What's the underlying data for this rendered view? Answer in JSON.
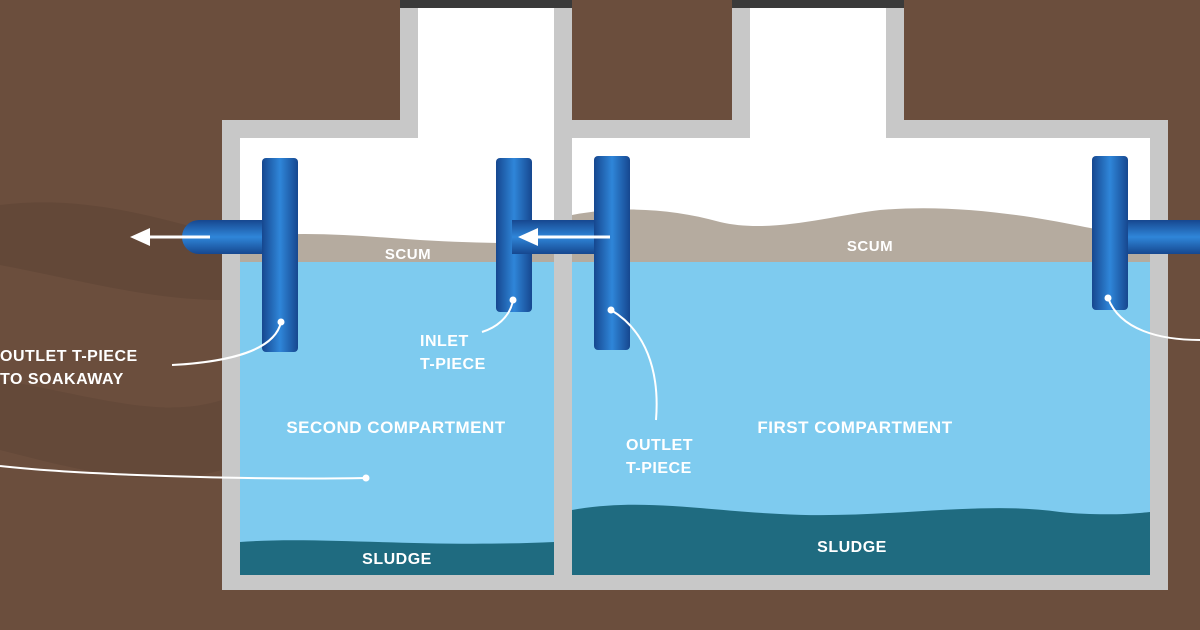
{
  "labels": {
    "scum_left": "SCUM",
    "scum_right": "SCUM",
    "sludge_left": "SLUDGE",
    "sludge_right": "SLUDGE",
    "second_compartment": "SECOND COMPARTMENT",
    "first_compartment": "FIRST COMPARTMENT",
    "outlet_soakaway_line1": "OUTLET T-PIECE",
    "outlet_soakaway_line2": "TO SOAKAWAY",
    "inlet_line1": "INLET",
    "inlet_line2": "T-PIECE",
    "outlet_line1": "OUTLET",
    "outlet_line2": "T-PIECE"
  },
  "colors": {
    "soil": "#6b4e3d",
    "soil_dark": "#5e4435",
    "tank_wall": "#c8c8c8",
    "water": "#7ecbef",
    "sludge": "#1f6b80",
    "scum": "#b5ab9f",
    "air": "#ffffff",
    "pipe": "#1f63b3"
  }
}
